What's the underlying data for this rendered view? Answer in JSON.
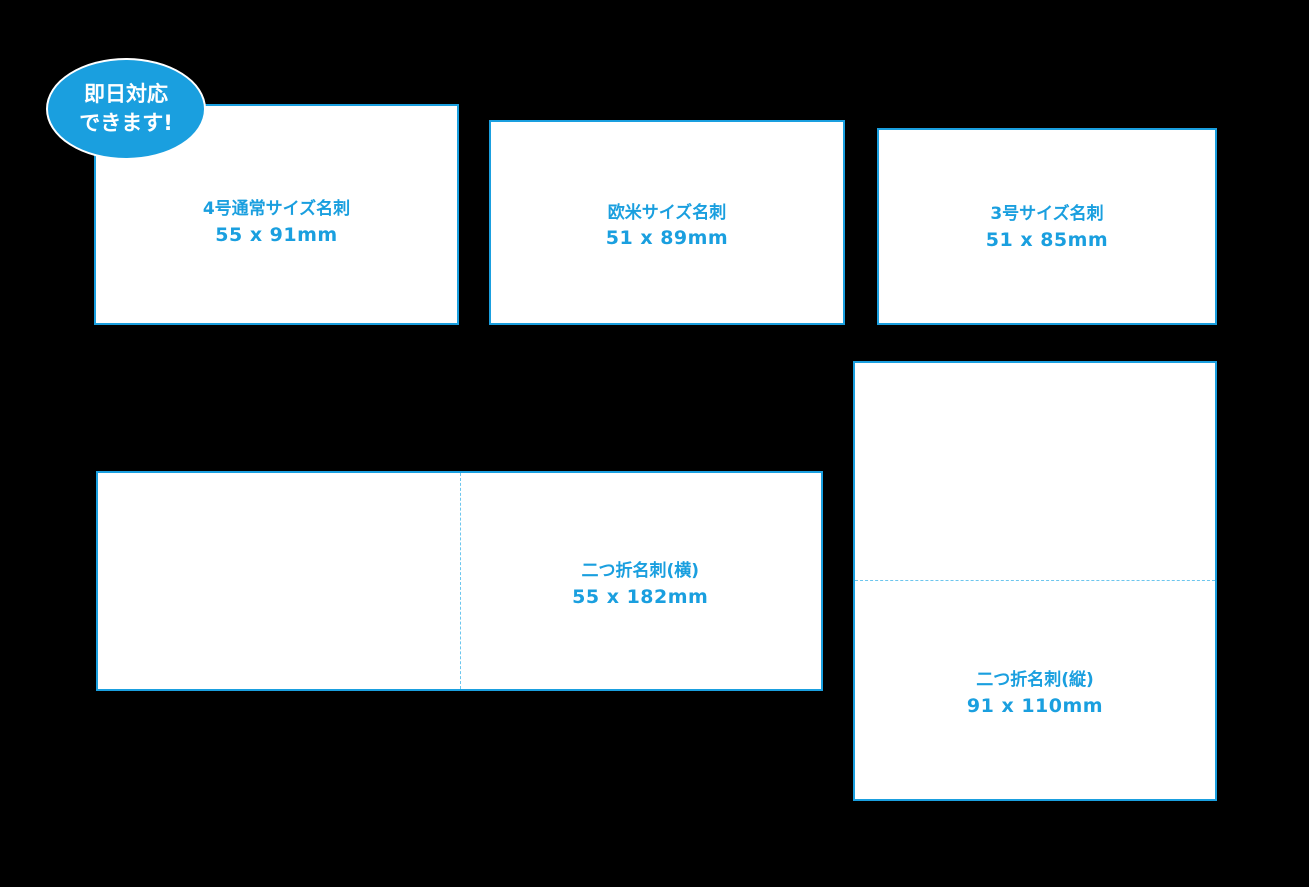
{
  "badge": {
    "line1": "即日対応",
    "line2": "できます!"
  },
  "cards": [
    {
      "name": "4号通常サイズ名刺",
      "size": "55 x 91mm"
    },
    {
      "name": "欧米サイズ名刺",
      "size": "51 x 89mm"
    },
    {
      "name": "3号サイズ名刺",
      "size": "51 x 85mm"
    },
    {
      "name": "二つ折名刺(横)",
      "size": "55 x 182mm"
    },
    {
      "name": "二つ折名刺(縦)",
      "size": "91 x 110mm"
    }
  ],
  "colors": {
    "accent": "#1a9fdf",
    "fold_line": "#6cc6ee",
    "background": "#000000",
    "card": "#ffffff"
  }
}
